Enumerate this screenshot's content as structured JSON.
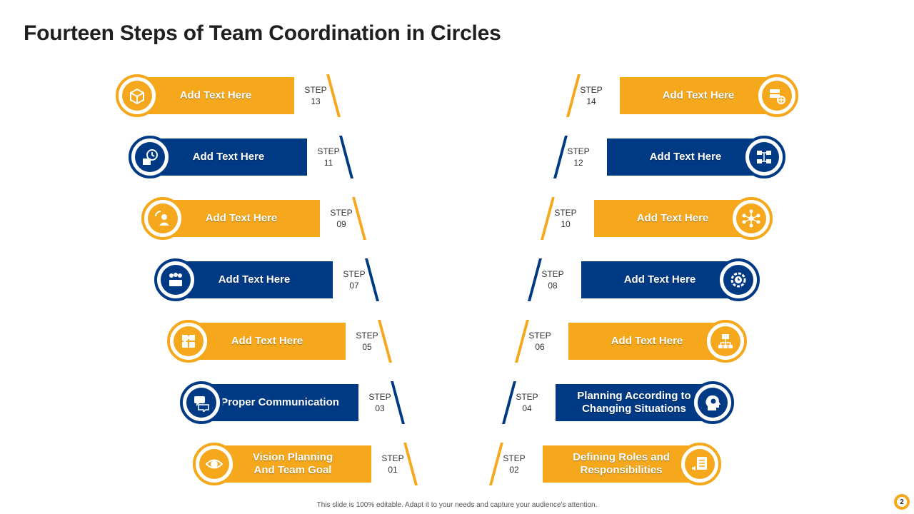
{
  "title": "Fourteen Steps of Team Coordination in Circles",
  "colors": {
    "yellow": "#f5a81c",
    "blue": "#013a84"
  },
  "steps": [
    {
      "step_label": "STEP",
      "number": "13",
      "text": "Add  Text Here",
      "color": "yellow",
      "icon": "package-icon"
    },
    {
      "step_label": "STEP",
      "number": "14",
      "text": "Add  Text Here",
      "color": "yellow",
      "icon": "server-globe-icon"
    },
    {
      "step_label": "STEP",
      "number": "11",
      "text": "Add  Text Here",
      "color": "blue",
      "icon": "clock-calendar-icon"
    },
    {
      "step_label": "STEP",
      "number": "12",
      "text": "Add  Text Here",
      "color": "blue",
      "icon": "devices-network-icon"
    },
    {
      "step_label": "STEP",
      "number": "09",
      "text": "Add  Text Here",
      "color": "yellow",
      "icon": "user-refresh-icon"
    },
    {
      "step_label": "STEP",
      "number": "10",
      "text": "Add  Text Here",
      "color": "yellow",
      "icon": "network-nodes-icon"
    },
    {
      "step_label": "STEP",
      "number": "07",
      "text": "Add  Text Here",
      "color": "blue",
      "icon": "team-meeting-icon"
    },
    {
      "step_label": "STEP",
      "number": "08",
      "text": "Add  Text Here",
      "color": "blue",
      "icon": "gear-clock-icon"
    },
    {
      "step_label": "STEP",
      "number": "05",
      "text": "Add  Text Here",
      "color": "yellow",
      "icon": "puzzle-icon"
    },
    {
      "step_label": "STEP",
      "number": "06",
      "text": "Add  Text Here",
      "color": "yellow",
      "icon": "org-chart-icon"
    },
    {
      "step_label": "STEP",
      "number": "03",
      "text": "Proper Communication",
      "color": "blue",
      "icon": "chat-bubbles-icon"
    },
    {
      "step_label": "STEP",
      "number": "04",
      "text": "Planning According to\nChanging Situations",
      "color": "blue",
      "icon": "head-gear-icon"
    },
    {
      "step_label": "STEP",
      "number": "01",
      "text": "Vision Planning\nAnd  Team Goal",
      "color": "yellow",
      "icon": "eye-dollar-icon"
    },
    {
      "step_label": "STEP",
      "number": "02",
      "text": "Defining Roles and\nResponsibilities",
      "color": "yellow",
      "icon": "checklist-megaphone-icon"
    }
  ],
  "footer": "This slide is 100% editable. Adapt it to your needs and capture your audience's attention.",
  "page_number": "2"
}
